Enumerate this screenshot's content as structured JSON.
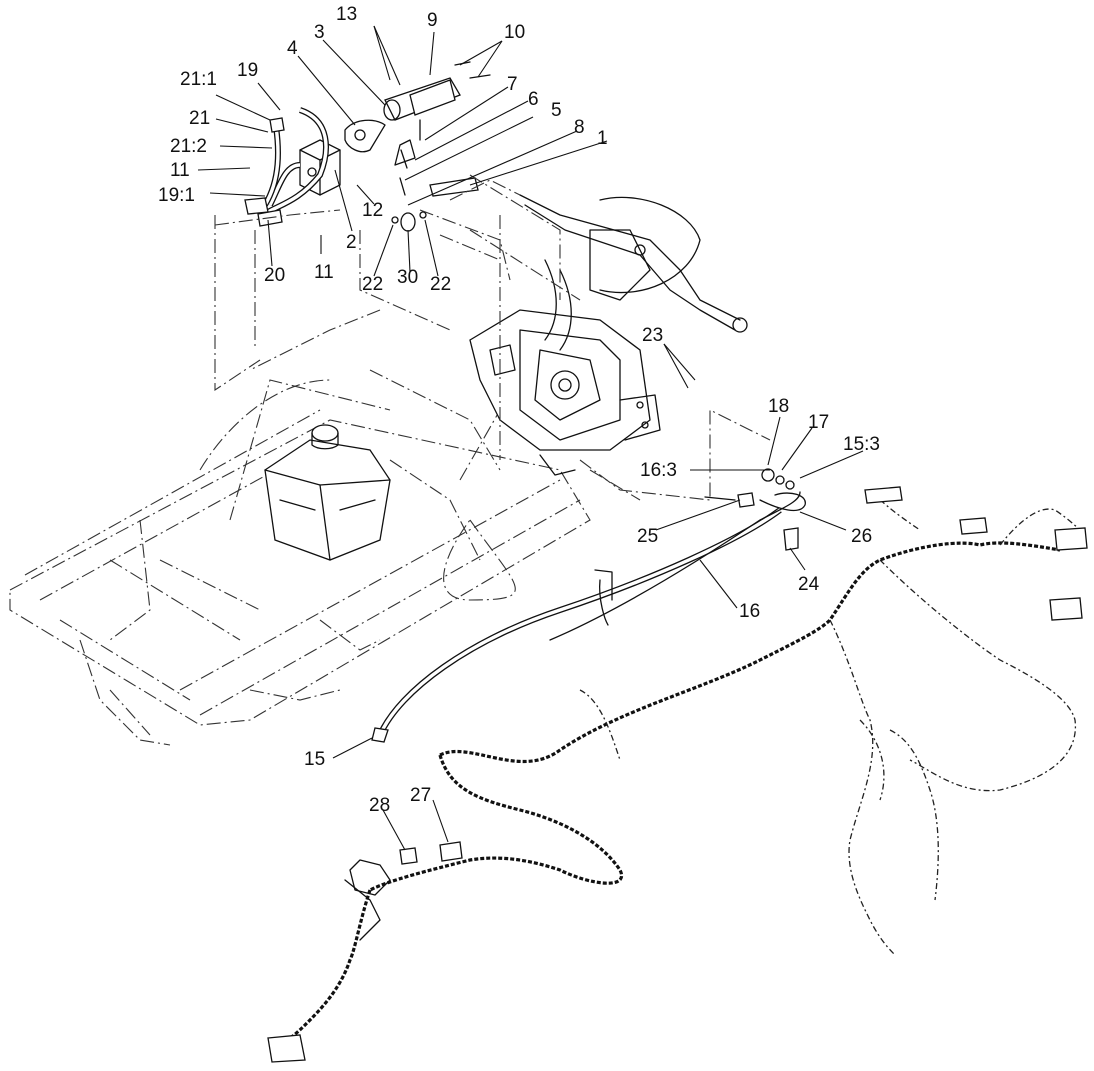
{
  "callouts": [
    {
      "id": "c1",
      "text": "1"
    },
    {
      "id": "c2",
      "text": "2"
    },
    {
      "id": "c3",
      "text": "3"
    },
    {
      "id": "c4",
      "text": "4"
    },
    {
      "id": "c5",
      "text": "5"
    },
    {
      "id": "c6",
      "text": "6"
    },
    {
      "id": "c7",
      "text": "7"
    },
    {
      "id": "c8",
      "text": "8"
    },
    {
      "id": "c9",
      "text": "9"
    },
    {
      "id": "c10",
      "text": "10"
    },
    {
      "id": "c11a",
      "text": "11"
    },
    {
      "id": "c11b",
      "text": "11"
    },
    {
      "id": "c12",
      "text": "12"
    },
    {
      "id": "c13",
      "text": "13"
    },
    {
      "id": "c15",
      "text": "15"
    },
    {
      "id": "c15_3",
      "text": "15:3"
    },
    {
      "id": "c16",
      "text": "16"
    },
    {
      "id": "c16_3",
      "text": "16:3"
    },
    {
      "id": "c17",
      "text": "17"
    },
    {
      "id": "c18",
      "text": "18"
    },
    {
      "id": "c19",
      "text": "19"
    },
    {
      "id": "c19_1",
      "text": "19:1"
    },
    {
      "id": "c20",
      "text": "20"
    },
    {
      "id": "c21",
      "text": "21"
    },
    {
      "id": "c21_1",
      "text": "21:1"
    },
    {
      "id": "c21_2",
      "text": "21:2"
    },
    {
      "id": "c22a",
      "text": "22"
    },
    {
      "id": "c22b",
      "text": "22"
    },
    {
      "id": "c23",
      "text": "23"
    },
    {
      "id": "c24",
      "text": "24"
    },
    {
      "id": "c25",
      "text": "25"
    },
    {
      "id": "c26",
      "text": "26"
    },
    {
      "id": "c27",
      "text": "27"
    },
    {
      "id": "c28",
      "text": "28"
    },
    {
      "id": "c30",
      "text": "30"
    }
  ]
}
